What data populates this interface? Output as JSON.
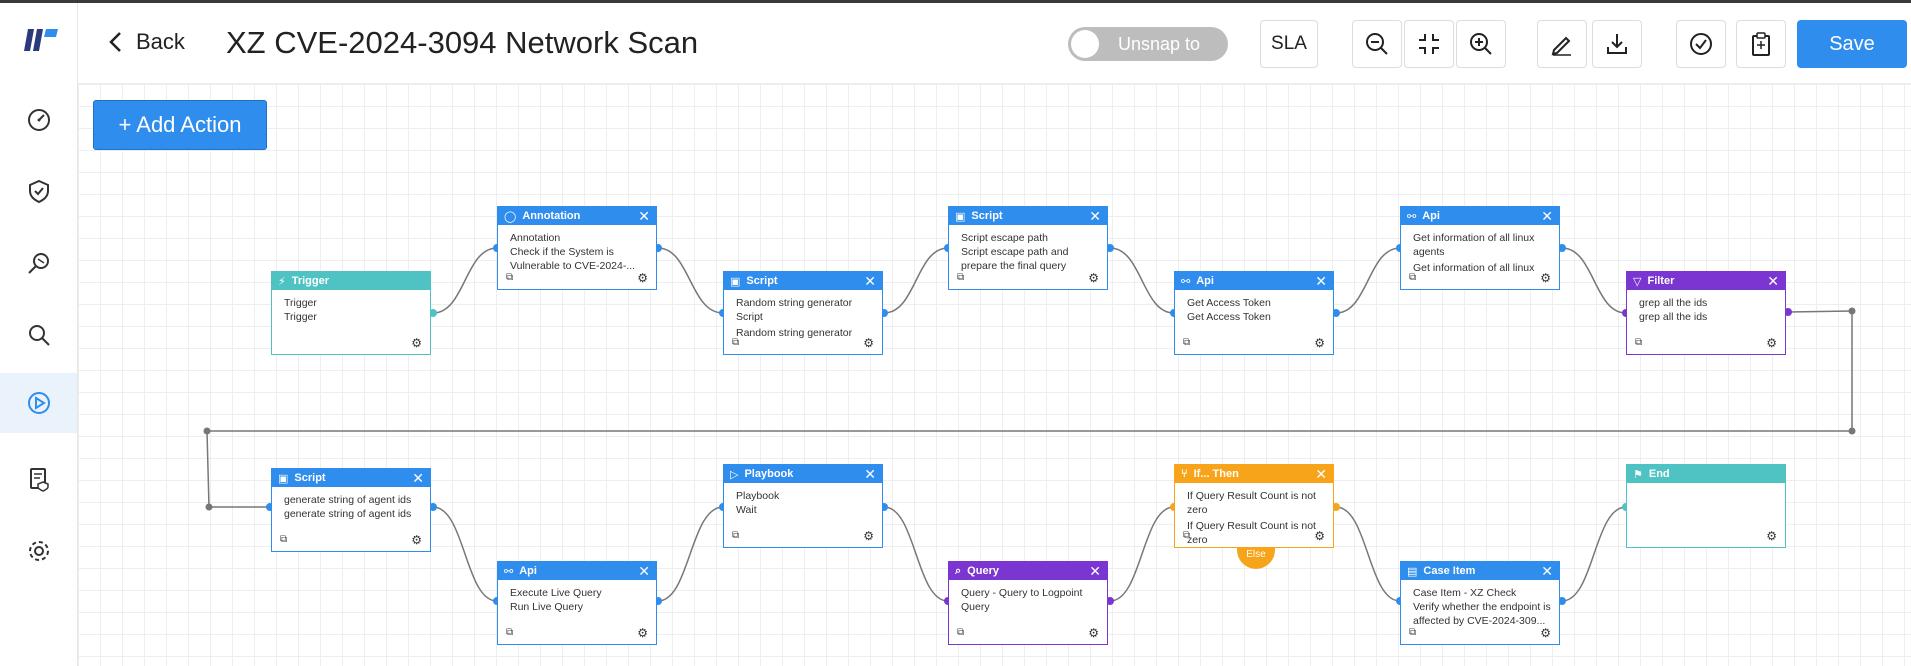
{
  "header": {
    "back_label": "Back",
    "title": "XZ CVE-2024-3094 Network Scan",
    "toggle_label": "Unsnap to",
    "sla_label": "SLA",
    "save_label": "Save"
  },
  "sidebar": {
    "items": [
      "dashboard-icon",
      "shield-check-icon",
      "hunt-icon",
      "search-icon",
      "playbook-icon",
      "report-icon",
      "settings-icon"
    ],
    "active": "playbook-icon"
  },
  "canvas": {
    "add_action_label": "+ Add Action"
  },
  "nodes": {
    "trigger": {
      "type": "Trigger",
      "line1": "Trigger",
      "line2": "Trigger"
    },
    "annotation": {
      "type": "Annotation",
      "line1": "Annotation",
      "line2": "Check if the System is Vulnerable to CVE-2024-..."
    },
    "script1": {
      "type": "Script",
      "line1": "Random string generator Script",
      "line2": "Random string generator Script"
    },
    "script2": {
      "type": "Script",
      "line1": "Script escape path",
      "line2": "Script escape path and prepare the final query"
    },
    "api1": {
      "type": "Api",
      "line1": "Get Access Token",
      "line2": "Get Access Token"
    },
    "api2": {
      "type": "Api",
      "line1": "Get information of all linux agents",
      "line2": "Get information of all linux agents"
    },
    "filter": {
      "type": "Filter",
      "line1": "grep all the ids",
      "line2": "grep all the ids"
    },
    "script3": {
      "type": "Script",
      "line1": "generate string of agent ids",
      "line2": "generate string of agent ids"
    },
    "api3": {
      "type": "Api",
      "line1": "Execute Live Query",
      "line2": "Run Live Query"
    },
    "playbook": {
      "type": "Playbook",
      "line1": "Playbook",
      "line2": "Wait"
    },
    "query": {
      "type": "Query",
      "line1": "Query - Query to Logpoint Query",
      "line2": ""
    },
    "ifthen": {
      "type": "If... Then",
      "line1": "If Query Result Count is not zero",
      "line2": "If Query Result Count is not zero",
      "else_label": "Else"
    },
    "caseitem": {
      "type": "Case Item",
      "line1": "Case Item - XZ Check",
      "line2": "Verify whether the endpoint is affected by CVE-2024-309..."
    },
    "end": {
      "type": "End",
      "line1": "",
      "line2": ""
    }
  },
  "colors": {
    "accent": "#2f8ded",
    "trigger": "#4fc3c3",
    "filter_query": "#7b35d0",
    "condition": "#f7a41a"
  }
}
